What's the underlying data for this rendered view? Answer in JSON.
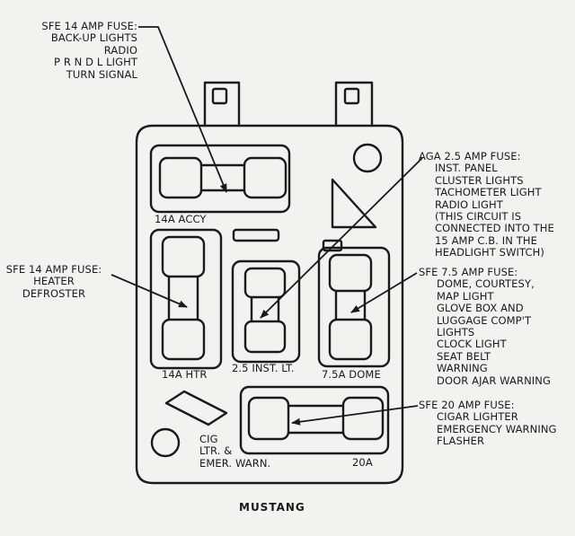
{
  "callouts": {
    "top_left": {
      "title": "SFE 14 AMP FUSE:",
      "items": [
        "BACK-UP LIGHTS",
        "RADIO",
        "P R N D L LIGHT",
        "TURN SIGNAL"
      ]
    },
    "mid_left": {
      "title": "SFE 14 AMP FUSE:",
      "items": [
        "HEATER",
        "DEFROSTER"
      ]
    },
    "top_right": {
      "title": "AGA 2.5 AMP FUSE:",
      "items": [
        "INST. PANEL",
        "CLUSTER LIGHTS",
        "TACHOMETER LIGHT",
        "RADIO LIGHT",
        "(THIS CIRCUIT IS",
        "CONNECTED INTO THE",
        "15 AMP C.B. IN THE",
        "HEADLIGHT SWITCH)"
      ]
    },
    "mid_right": {
      "title": "SFE 7.5 AMP FUSE:",
      "items": [
        "DOME, COURTESY,",
        "MAP LIGHT",
        "GLOVE BOX AND",
        "LUGGAGE COMP'T",
        "LIGHTS",
        "CLOCK LIGHT",
        "SEAT BELT",
        "WARNING",
        "DOOR AJAR WARNING"
      ]
    },
    "bottom_right": {
      "title": "SFE 20 AMP FUSE:",
      "items": [
        "CIGAR LIGHTER",
        "EMERGENCY WARNING",
        "FLASHER"
      ]
    }
  },
  "fuse_labels": {
    "accy": "14A ACCY",
    "htr": "14A HTR",
    "inst": "2.5 INST. LT.",
    "dome": "7.5A DOME",
    "cig": [
      "CIG",
      "LTR. &",
      "EMER. WARN."
    ],
    "amp20": "20A"
  },
  "caption": "MUSTANG",
  "colors": {
    "ink": "#1a1a1a",
    "paper": "#f2f2ee"
  }
}
